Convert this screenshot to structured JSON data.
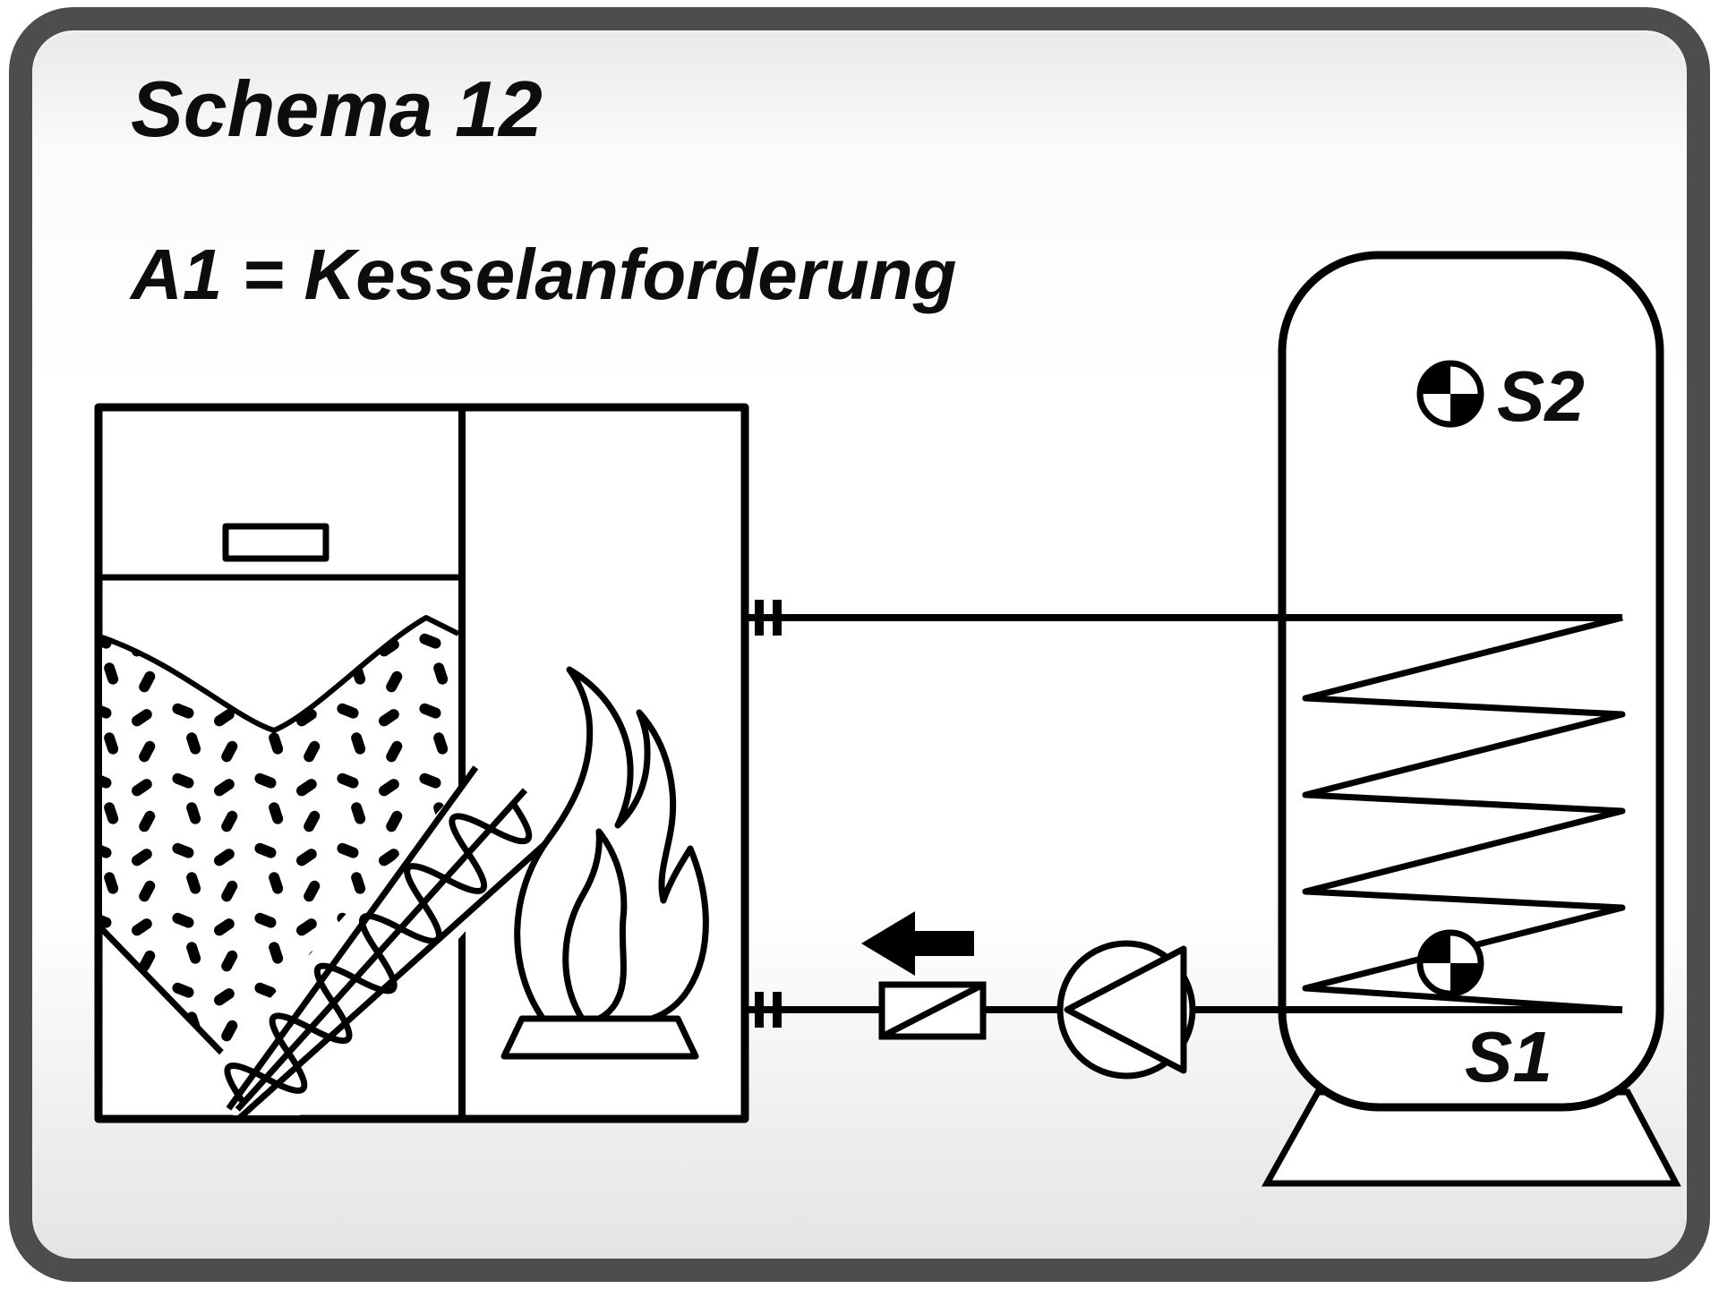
{
  "header": {
    "title": "Schema 12",
    "subtitle": "A1 = Kesselanforderung"
  },
  "sensors": {
    "top": "S2",
    "bottom": "S1"
  },
  "colors": {
    "line": "#000000",
    "frame_border": "#4d4d4d",
    "text": "#0d0d0d"
  }
}
